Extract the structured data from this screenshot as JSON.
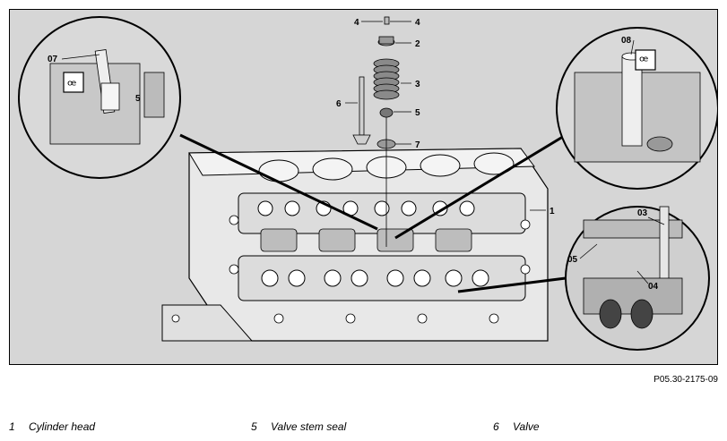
{
  "figure": {
    "code": "P05.30-2175-09",
    "callouts": {
      "c1": "1",
      "c2": "2",
      "c3": "3",
      "c4a": "4",
      "c4b": "4",
      "c5a": "5",
      "c6": "6",
      "c7": "7",
      "c5b": "5",
      "c07": "07",
      "c08": "08",
      "c03": "03",
      "c05": "05",
      "c04": "04"
    }
  },
  "legend": [
    {
      "num": "1",
      "label": "Cylinder head"
    },
    {
      "num": "5",
      "label": "Valve stem seal"
    },
    {
      "num": "6",
      "label": "Valve"
    }
  ],
  "colors": {
    "background": "#d6d6d6",
    "metal": "#e6e6e6",
    "outline": "#000000"
  },
  "icons": [
    "special-tool-icon"
  ]
}
